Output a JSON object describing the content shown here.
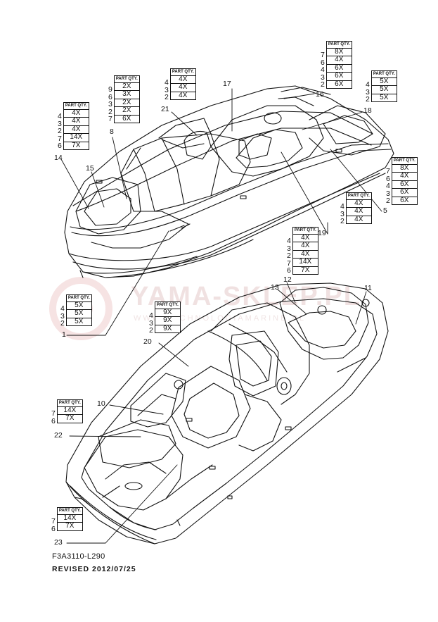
{
  "watermark": {
    "text": "YAMA-SKLEP.PL",
    "subtext": "WWW.TECHNOLOGIAMARINE.PL"
  },
  "qty_header": "PART QTY.",
  "qty_boxes": [
    {
      "id": "box-a",
      "rows": [
        {
          "n": "7",
          "q": "8X"
        },
        {
          "n": "6",
          "q": "4X"
        },
        {
          "n": "4",
          "q": "6X"
        },
        {
          "n": "3",
          "q": "6X"
        },
        {
          "n": "2",
          "q": "6X"
        }
      ]
    },
    {
      "id": "box-b",
      "rows": [
        {
          "n": "4",
          "q": "4X"
        },
        {
          "n": "3",
          "q": "4X"
        },
        {
          "n": "2",
          "q": "4X"
        }
      ]
    },
    {
      "id": "box-c",
      "rows": [
        {
          "n": "9",
          "q": "2X"
        },
        {
          "n": "6",
          "q": "3X"
        },
        {
          "n": "3",
          "q": "2X"
        },
        {
          "n": "2",
          "q": "2X"
        },
        {
          "n": "7",
          "q": "6X"
        }
      ]
    },
    {
      "id": "box-d",
      "rows": [
        {
          "n": "4",
          "q": "4X"
        },
        {
          "n": "3",
          "q": "4X"
        },
        {
          "n": "2",
          "q": "4X"
        },
        {
          "n": "7",
          "q": "14X"
        },
        {
          "n": "6",
          "q": "7X"
        }
      ]
    },
    {
      "id": "box-e",
      "rows": [
        {
          "n": "4",
          "q": "5X"
        },
        {
          "n": "3",
          "q": "5X"
        },
        {
          "n": "2",
          "q": "5X"
        }
      ]
    },
    {
      "id": "box-f",
      "rows": [
        {
          "n": "7",
          "q": "8X"
        },
        {
          "n": "6",
          "q": "4X"
        },
        {
          "n": "4",
          "q": "6X"
        },
        {
          "n": "3",
          "q": "6X"
        },
        {
          "n": "2",
          "q": "6X"
        }
      ]
    },
    {
      "id": "box-g",
      "rows": [
        {
          "n": "4",
          "q": "4X"
        },
        {
          "n": "3",
          "q": "4X"
        },
        {
          "n": "2",
          "q": "4X"
        }
      ]
    },
    {
      "id": "box-h",
      "rows": [
        {
          "n": "4",
          "q": "4X"
        },
        {
          "n": "3",
          "q": "4X"
        },
        {
          "n": "2",
          "q": "4X"
        },
        {
          "n": "7",
          "q": "14X"
        },
        {
          "n": "6",
          "q": "7X"
        }
      ]
    },
    {
      "id": "box-i",
      "rows": [
        {
          "n": "4",
          "q": "5X"
        },
        {
          "n": "3",
          "q": "5X"
        },
        {
          "n": "2",
          "q": "5X"
        }
      ]
    },
    {
      "id": "box-j",
      "rows": [
        {
          "n": "4",
          "q": "9X"
        },
        {
          "n": "3",
          "q": "9X"
        },
        {
          "n": "2",
          "q": "9X"
        }
      ]
    },
    {
      "id": "box-k",
      "rows": [
        {
          "n": "7",
          "q": "14X"
        },
        {
          "n": "6",
          "q": "7X"
        }
      ]
    },
    {
      "id": "box-l",
      "rows": [
        {
          "n": "7",
          "q": "14X"
        },
        {
          "n": "6",
          "q": "7X"
        }
      ]
    }
  ],
  "callouts": [
    "1",
    "5",
    "8",
    "10",
    "11",
    "12",
    "13",
    "14",
    "15",
    "16",
    "17",
    "18",
    "19",
    "20",
    "21",
    "22",
    "23"
  ],
  "footer": {
    "code": "F3A3110-L290",
    "revised": "REVISED 2012/07/25"
  }
}
